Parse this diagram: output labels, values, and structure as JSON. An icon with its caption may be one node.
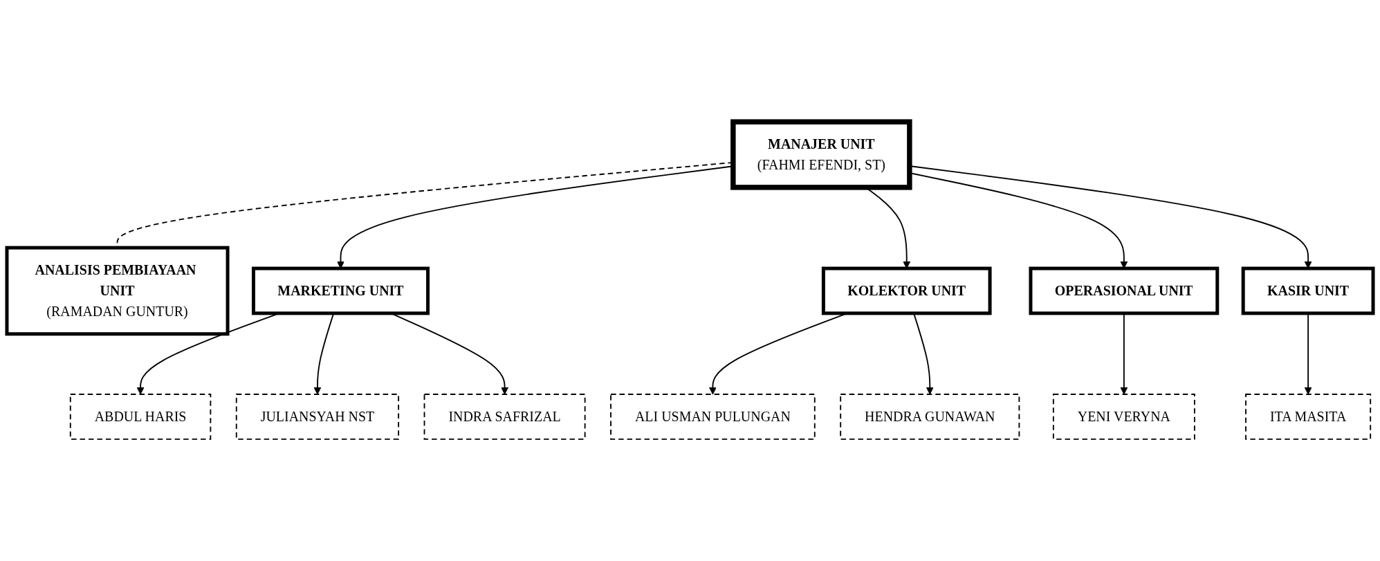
{
  "diagram": {
    "nodes": [
      {
        "text": [
          "MANAJER UNIT",
          "(FAHMI EFENDI, ST)"
        ]
      },
      {
        "text": [
          "ANALISIS PEMBIAYAAN UNIT",
          "(RAMADAN GUNTUR)"
        ]
      },
      {
        "text": [
          "MARKETING UNIT"
        ]
      },
      {
        "text": [
          "KOLEKTOR UNIT"
        ]
      },
      {
        "text": [
          "OPERASIONAL UNIT"
        ]
      },
      {
        "text": [
          "KASIR UNIT"
        ]
      },
      {
        "text": [
          "ABDUL HARIS"
        ]
      },
      {
        "text": [
          "JULIANSYAH NST"
        ]
      },
      {
        "text": [
          "INDRA SAFRIZAL"
        ]
      },
      {
        "text": [
          "ALI USMAN PULUNGAN"
        ]
      },
      {
        "text": [
          "HENDRA GUNAWAN"
        ]
      },
      {
        "text": [
          "YENI VERYNA"
        ]
      },
      {
        "text": [
          "ITA MASITA"
        ]
      }
    ],
    "edges": [
      {
        "from": 0,
        "to": 1,
        "arrow": "none",
        "style": "dashed"
      },
      {
        "from": 0,
        "to": 2,
        "arrow": "to"
      },
      {
        "from": 0,
        "to": 3,
        "arrow": "to"
      },
      {
        "from": 0,
        "to": 4,
        "arrow": "to"
      },
      {
        "from": 0,
        "to": 5,
        "arrow": "to"
      },
      {
        "from": 2,
        "to": 6,
        "arrow": "to"
      },
      {
        "from": 2,
        "to": 7,
        "arrow": "to"
      },
      {
        "from": 2,
        "to": 8,
        "arrow": "to"
      },
      {
        "from": 3,
        "to": 9,
        "arrow": "to"
      },
      {
        "from": 3,
        "to": 10,
        "arrow": "to"
      },
      {
        "from": 4,
        "to": 11,
        "arrow": "to"
      },
      {
        "from": 5,
        "to": 12,
        "arrow": "to"
      }
    ]
  }
}
